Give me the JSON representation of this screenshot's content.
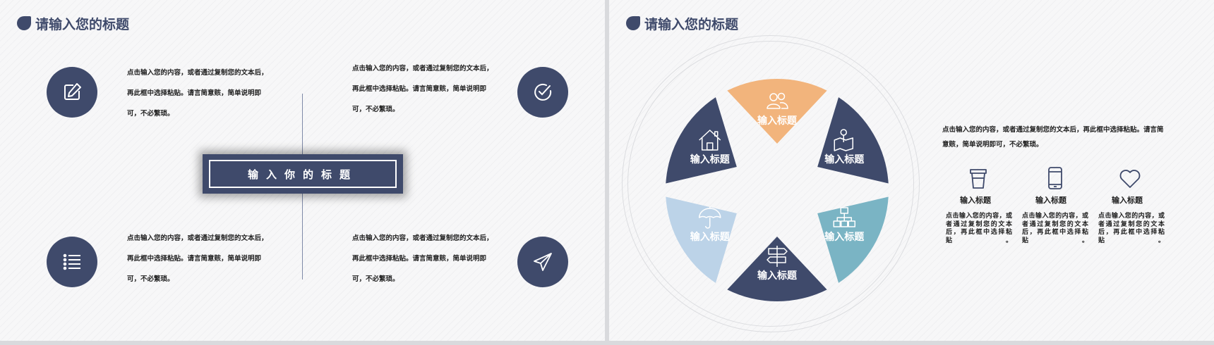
{
  "colors": {
    "navy": "#3f4a6b",
    "orange": "#f2b47c",
    "light_blue": "#bcd3e8",
    "teal": "#7ab4c4"
  },
  "left_slide": {
    "title": "请输入您的标题",
    "center_label": "输入你的标题",
    "blocks": [
      {
        "icon": "edit-icon",
        "lines": [
          "点击输入您的内容，或者通过复制您的文本后，",
          "再此框中选择粘贴。请言简意赅，简单说明即",
          "可，不必繁琐。"
        ]
      },
      {
        "icon": "check-circle-icon",
        "lines": [
          "点击输入您的内容，或者通过复制您的文本后，",
          "再此框中选择粘贴。请言简意赅，简单说明即",
          "可，不必繁琐。"
        ]
      },
      {
        "icon": "list-icon",
        "lines": [
          "点击输入您的内容，或者通过复制您的文本后，",
          "再此框中选择粘贴。请言简意赅，简单说明即",
          "可，不必繁琐。"
        ]
      },
      {
        "icon": "paper-plane-icon",
        "lines": [
          "点击输入您的内容，或者通过复制您的文本后，",
          "再此框中选择粘贴。请言简意赅，简单说明即",
          "可，不必繁琐。"
        ]
      }
    ]
  },
  "right_slide": {
    "title": "请输入您的标题",
    "segments": [
      {
        "label": "输入标题",
        "icon": "users-icon",
        "color": "orange"
      },
      {
        "label": "输入标题",
        "icon": "map-pin-icon",
        "color": "navy"
      },
      {
        "label": "输入标题",
        "icon": "sitemap-icon",
        "color": "teal"
      },
      {
        "label": "输入标题",
        "icon": "signpost-icon",
        "color": "navy"
      },
      {
        "label": "输入标题",
        "icon": "umbrella-icon",
        "color": "light_blue"
      },
      {
        "label": "输入标题",
        "icon": "home-icon",
        "color": "navy"
      }
    ],
    "intro_lines": [
      "点击输入您的内容，或者通过复制您的文本后，再此框中选择粘贴。请言简",
      "意赅，简单说明即可，不必繁琐。"
    ],
    "items": [
      {
        "icon": "cup-icon",
        "title": "输入标题",
        "text": "点击输入您的内容，或者通过复制您的文本后，再此框中选择粘贴。"
      },
      {
        "icon": "phone-icon",
        "title": "输入标题",
        "text": "点击输入您的内容，或者通过复制您的文本后，再此框中选择粘贴。"
      },
      {
        "icon": "heart-icon",
        "title": "输入标题",
        "text": "点击输入您的内容，或者通过复制您的文本后，再此框中选择粘贴。"
      }
    ]
  }
}
